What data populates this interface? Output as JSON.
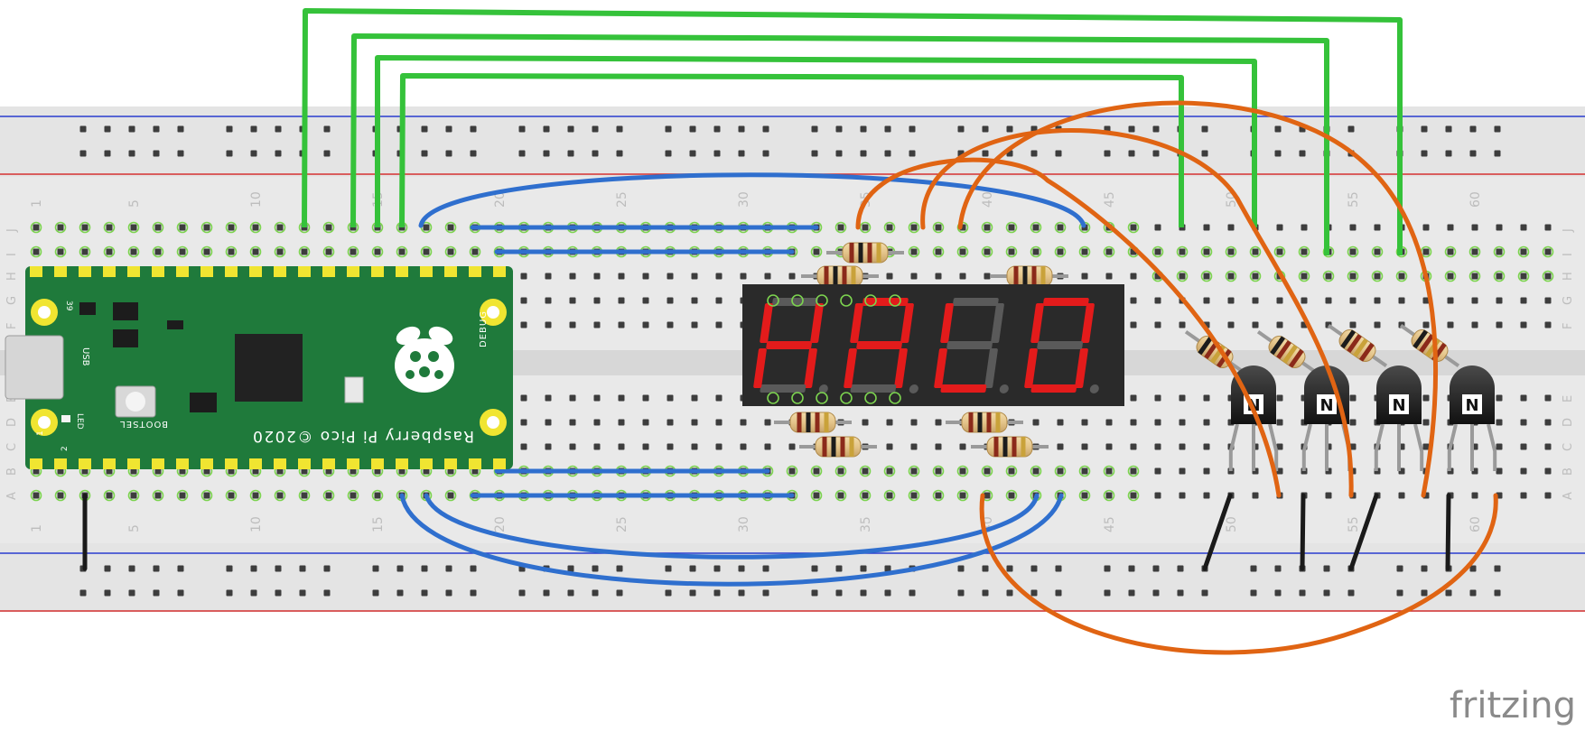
{
  "app": {
    "watermark": "fritzing"
  },
  "breadboard": {
    "column_labels": [
      "1",
      "5",
      "10",
      "15",
      "20",
      "25",
      "30",
      "35",
      "40",
      "45",
      "50",
      "55",
      "60"
    ],
    "row_labels_top": [
      "J",
      "I",
      "H",
      "G",
      "F"
    ],
    "row_labels_bottom": [
      "E",
      "D",
      "C",
      "B",
      "A"
    ],
    "colors": {
      "board": "#e9e9e9",
      "rail_blue": "#2a3ccf",
      "rail_red": "#d53030",
      "hole": "#3d3d3d",
      "active_hole": "#7cd34f"
    }
  },
  "pico": {
    "name_text": "Raspberry Pi Pico ©2020",
    "usb_label": "USB",
    "led_label": "LED",
    "bootsel_label": "BOOTSEL",
    "debug_label": "DEBUG",
    "pin_1": "1",
    "pin_2": "2",
    "pin_39": "39",
    "color": "#1f7a3b"
  },
  "display": {
    "digits": [
      "H",
      "A",
      "L",
      "O"
    ],
    "segment_on": "#e31b1b",
    "segment_off": "#5a5a5a",
    "body": "#2a2a2a"
  },
  "transistors": {
    "marking": "N",
    "count": 4
  },
  "wire_colors": {
    "green": "#35c23a",
    "blue": "#2f6fce",
    "orange": "#e06413",
    "black": "#1a1a1a"
  }
}
